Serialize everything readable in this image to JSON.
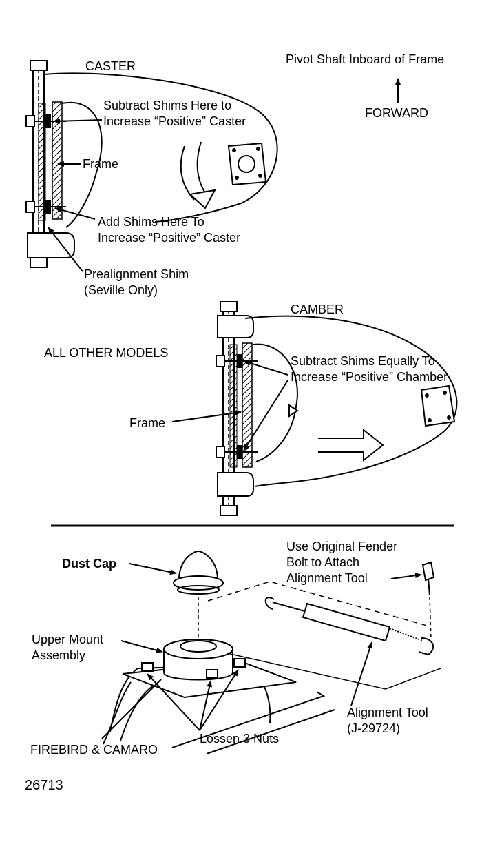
{
  "caster": {
    "title": "CASTER",
    "subtract_line1": "Subtract Shims Here to",
    "subtract_line2": "Increase “Positive” Caster",
    "frame": "Frame",
    "add_line1": "Add Shims Here To",
    "add_line2": "Increase “Positive” Caster",
    "prealign_line1": "Prealignment Shim",
    "prealign_line2": "(Seville Only)"
  },
  "orientation": {
    "pivot": "Pivot Shaft Inboard of Frame",
    "forward": "FORWARD"
  },
  "camber": {
    "title": "CAMBER",
    "models": "ALL OTHER MODELS",
    "subtract_line1": "Subtract Shims Equally To",
    "subtract_line2": "Increase “Positive” Chamber",
    "frame": "Frame"
  },
  "firebird": {
    "dust_cap": "Dust Cap",
    "upper_mount_line1": "Upper Mount",
    "upper_mount_line2": "Assembly",
    "fender_line1": "Use Original Fender",
    "fender_line2": "Bolt to Attach",
    "fender_line3": "Alignment Tool",
    "tool_line1": "Alignment Tool",
    "tool_line2": "(J-29724)",
    "lossen": "Lossen 3 Nuts",
    "models": "FIREBIRD & CAMARO"
  },
  "figure_number": "26713"
}
